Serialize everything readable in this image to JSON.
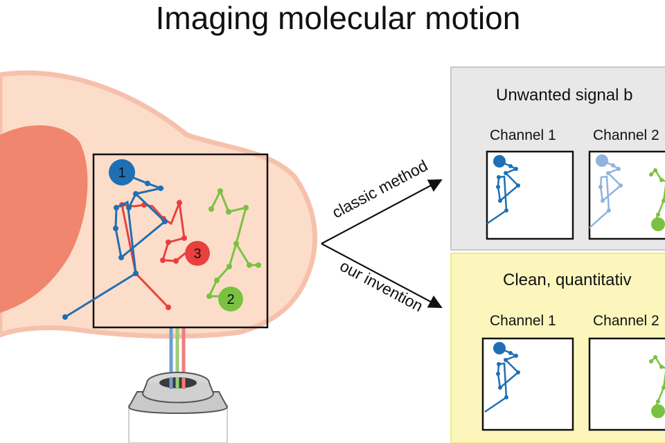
{
  "title": "Imaging molecular motion",
  "arrows": {
    "top": "classic method",
    "bottom": "our invention"
  },
  "panels": {
    "top": {
      "heading": "Unwanted signal b",
      "background_color": "#e8e8e8",
      "channels": [
        "Channel 1",
        "Channel 2"
      ]
    },
    "bottom": {
      "heading": "Clean, quantitativ",
      "background_color": "#fcf6bd",
      "channels": [
        "Channel 1",
        "Channel 2"
      ]
    }
  },
  "molecules": [
    {
      "label": "1",
      "color": "#1f6fb4"
    },
    {
      "label": "2",
      "color": "#7ac142"
    },
    {
      "label": "3",
      "color": "#e8403e"
    }
  ],
  "colors": {
    "cell_membrane": "#f6c1ac",
    "cell_body": "#fcddc9",
    "nucleus": "#f0866d",
    "beam_blue": "#6e9fd0",
    "beam_green": "#9ccc75",
    "beam_red": "#ef7e7d"
  }
}
